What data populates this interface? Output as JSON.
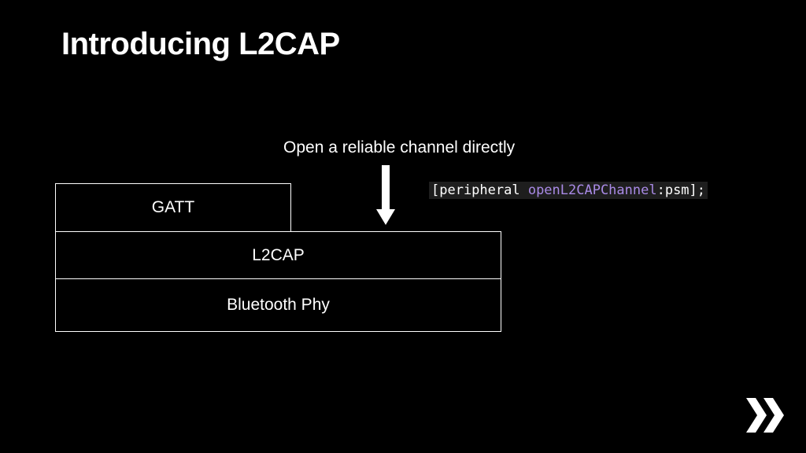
{
  "title": "Introducing L2CAP",
  "callout": {
    "text": "Open a reliable channel directly"
  },
  "code": {
    "prefix": "[peripheral ",
    "method": "openL2CAPChannel",
    "suffix": ":psm];",
    "method_color": "#a98ae6"
  },
  "stack": {
    "gatt": "GATT",
    "l2cap": "L2CAP",
    "phy": "Bluetooth Phy"
  },
  "icons": {
    "arrow": "arrow-down-icon",
    "logo": "double-chevron-right-icon"
  },
  "colors": {
    "background": "#000000",
    "foreground": "#ffffff"
  }
}
